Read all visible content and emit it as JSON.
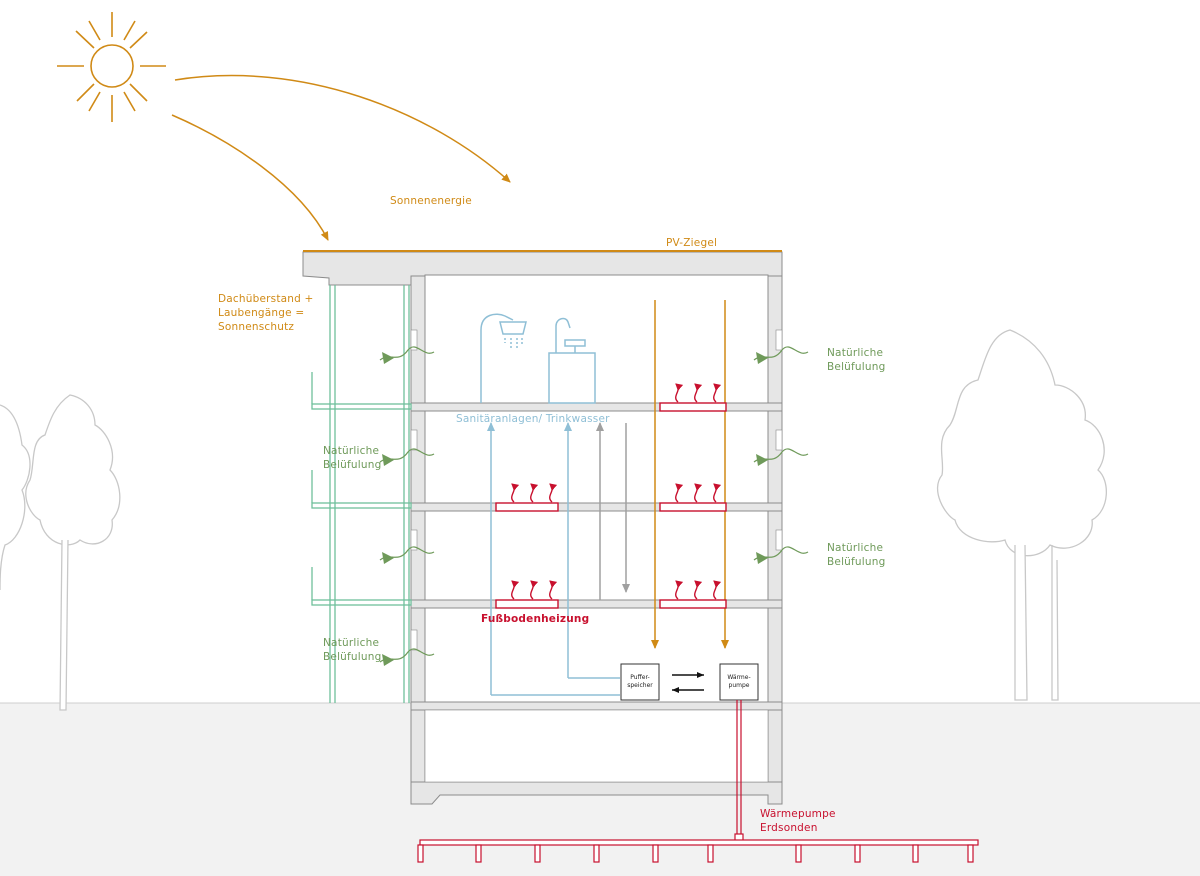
{
  "colors": {
    "solar": "#d08a16",
    "heating": "#c8102e",
    "water": "#8fbfd6",
    "ventilation": "#6f9a5a",
    "structure": "#8c8c8c",
    "wall_fill": "#e6e6e6",
    "ground": "#f2f2f2",
    "tree_outline": "#c8c8c8",
    "return_line": "#a0a0a0"
  },
  "labels": {
    "sun_energy": "Sonnenenergie",
    "pv_roof": "PV-Ziegel",
    "roof_overhang": [
      "Dachüberstand +",
      "Laubengänge =",
      "Sonnenschutz"
    ],
    "ventilation_right_upper": [
      "Natürliche",
      "Belüfulung"
    ],
    "ventilation_left_mid": [
      "Natürliche",
      "Belüfulung"
    ],
    "ventilation_right_lower": [
      "Natürliche",
      "Belüfulung"
    ],
    "ventilation_left_lower": [
      "Natürliche",
      "Belüfulung"
    ],
    "sanitary": "Sanitäranlagen/ Trinkwasser",
    "floor_heating": "Fußbodenheizung",
    "buffer_tank": [
      "Puffer-",
      "speicher"
    ],
    "heat_pump_box": [
      "Wärme-",
      "pumpe"
    ],
    "geothermal": [
      "Wärmepumpe",
      "Erdsonden"
    ]
  },
  "icons": [
    "sun-icon",
    "shower-icon",
    "faucet-icon",
    "tree-icon",
    "ventilation-arrow-icon",
    "heating-arrow-icon"
  ]
}
